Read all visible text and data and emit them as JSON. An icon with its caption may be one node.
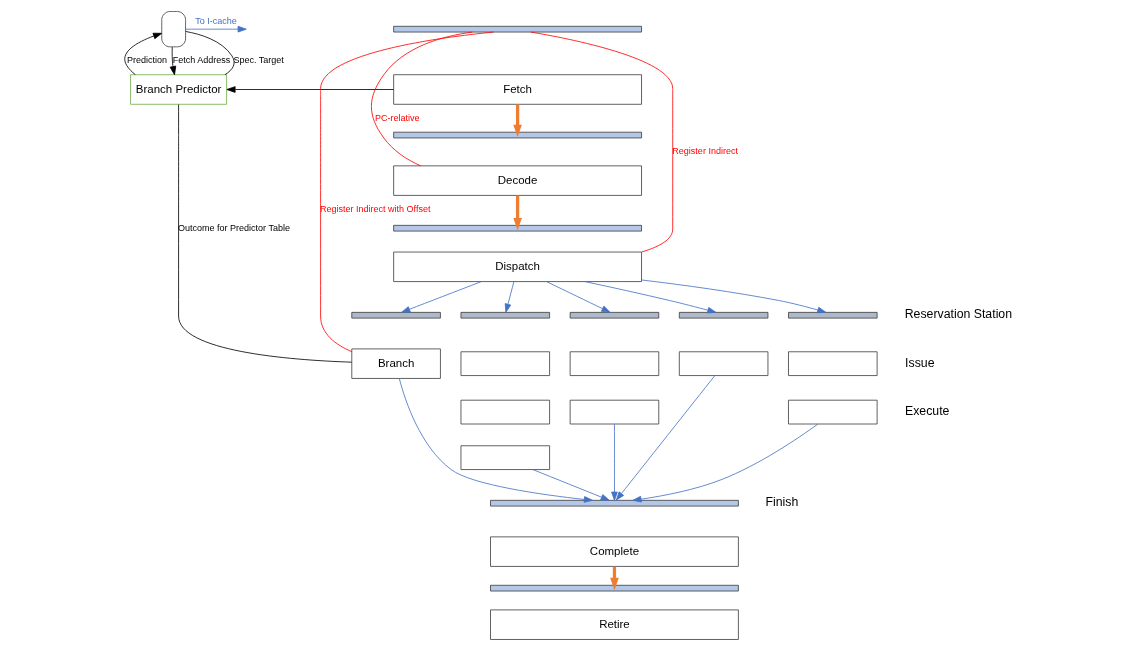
{
  "diagram": {
    "nodes": [
      {
        "text": [],
        "shape": "box"
      },
      {
        "text": [
          "Branch Predictor"
        ]
      },
      {
        "text": [],
        "shape": "bar"
      },
      {
        "text": [
          "Fetch"
        ]
      },
      {
        "text": [],
        "shape": "bar"
      },
      {
        "text": [
          "Decode"
        ]
      },
      {
        "text": [],
        "shape": "bar"
      },
      {
        "text": [
          "Dispatch"
        ]
      },
      {
        "text": [],
        "shape": "bar"
      },
      {
        "text": [
          "Branch"
        ]
      },
      {
        "text": [],
        "shape": "bar"
      },
      {
        "text": [],
        "shape": "box"
      },
      {
        "text": [],
        "shape": "box"
      },
      {
        "text": [],
        "shape": "bar"
      },
      {
        "text": [],
        "shape": "box"
      },
      {
        "text": [],
        "shape": "box"
      },
      {
        "text": [],
        "shape": "box"
      },
      {
        "text": [],
        "shape": "bar"
      },
      {
        "text": [],
        "shape": "box"
      },
      {
        "text": [],
        "shape": "box"
      },
      {
        "text": [],
        "shape": "bar"
      },
      {
        "text": [],
        "shape": "box"
      },
      {
        "text": [],
        "shape": "bar"
      },
      {
        "text": [
          "Complete"
        ]
      },
      {
        "text": [],
        "shape": "bar"
      },
      {
        "text": [
          "Retire"
        ]
      }
    ],
    "edges": [
      {
        "from": 0,
        "to": null,
        "arrow": "to",
        "label": "To I-cache",
        "color": "#4472c4"
      },
      {
        "from": 0,
        "to": 1,
        "arrow": "to",
        "label": "Fetch Address",
        "color": "#000000"
      },
      {
        "from": 3,
        "to": 1,
        "arrow": "to",
        "color": "#000000"
      },
      {
        "from": 1,
        "to": 0,
        "arrow": "none",
        "label": "Spec. Target",
        "color": "#000000"
      },
      {
        "from": 1,
        "to": 0,
        "arrow": "to",
        "label": "Prediction",
        "color": "#000000"
      },
      {
        "from": 9,
        "to": 1,
        "arrow": "none",
        "label": "Outcome for Predictor Table",
        "color": "#000000"
      },
      {
        "from": 9,
        "to": 2,
        "arrow": "none",
        "label": "Register Indirect with Offset",
        "color": "#ff0000"
      },
      {
        "from": 5,
        "to": 2,
        "arrow": "none",
        "label": "PC-relative",
        "color": "#ff0000"
      },
      {
        "from": 7,
        "to": 2,
        "arrow": "none",
        "label": "Register Indirect",
        "color": "#ff0000"
      },
      {
        "from": 3,
        "to": 4,
        "arrow": "to",
        "style": "thick",
        "color": "#ed7d31"
      },
      {
        "from": 5,
        "to": 6,
        "arrow": "to",
        "style": "thick",
        "color": "#ed7d31"
      },
      {
        "from": 7,
        "to": 8,
        "arrow": "to",
        "color": "#4472c4"
      },
      {
        "from": 7,
        "to": 10,
        "arrow": "to",
        "color": "#4472c4"
      },
      {
        "from": 7,
        "to": 13,
        "arrow": "to",
        "color": "#4472c4"
      },
      {
        "from": 7,
        "to": 17,
        "arrow": "to",
        "color": "#4472c4"
      },
      {
        "from": 7,
        "to": 20,
        "arrow": "to",
        "color": "#4472c4"
      },
      {
        "from": 9,
        "to": 22,
        "arrow": "to",
        "color": "#4472c4"
      },
      {
        "from": 12,
        "to": 22,
        "arrow": "to",
        "color": "#4472c4"
      },
      {
        "from": 16,
        "to": 22,
        "arrow": "to",
        "color": "#4472c4"
      },
      {
        "from": 19,
        "to": 22,
        "arrow": "to",
        "color": "#4472c4"
      },
      {
        "from": 21,
        "to": 22,
        "arrow": "to",
        "color": "#4472c4"
      },
      {
        "from": 23,
        "to": 24,
        "arrow": "to",
        "style": "thick",
        "color": "#ed7d31"
      }
    ],
    "labels": [
      "Issue",
      "Reservation Station",
      "Execute",
      "Finish"
    ]
  }
}
